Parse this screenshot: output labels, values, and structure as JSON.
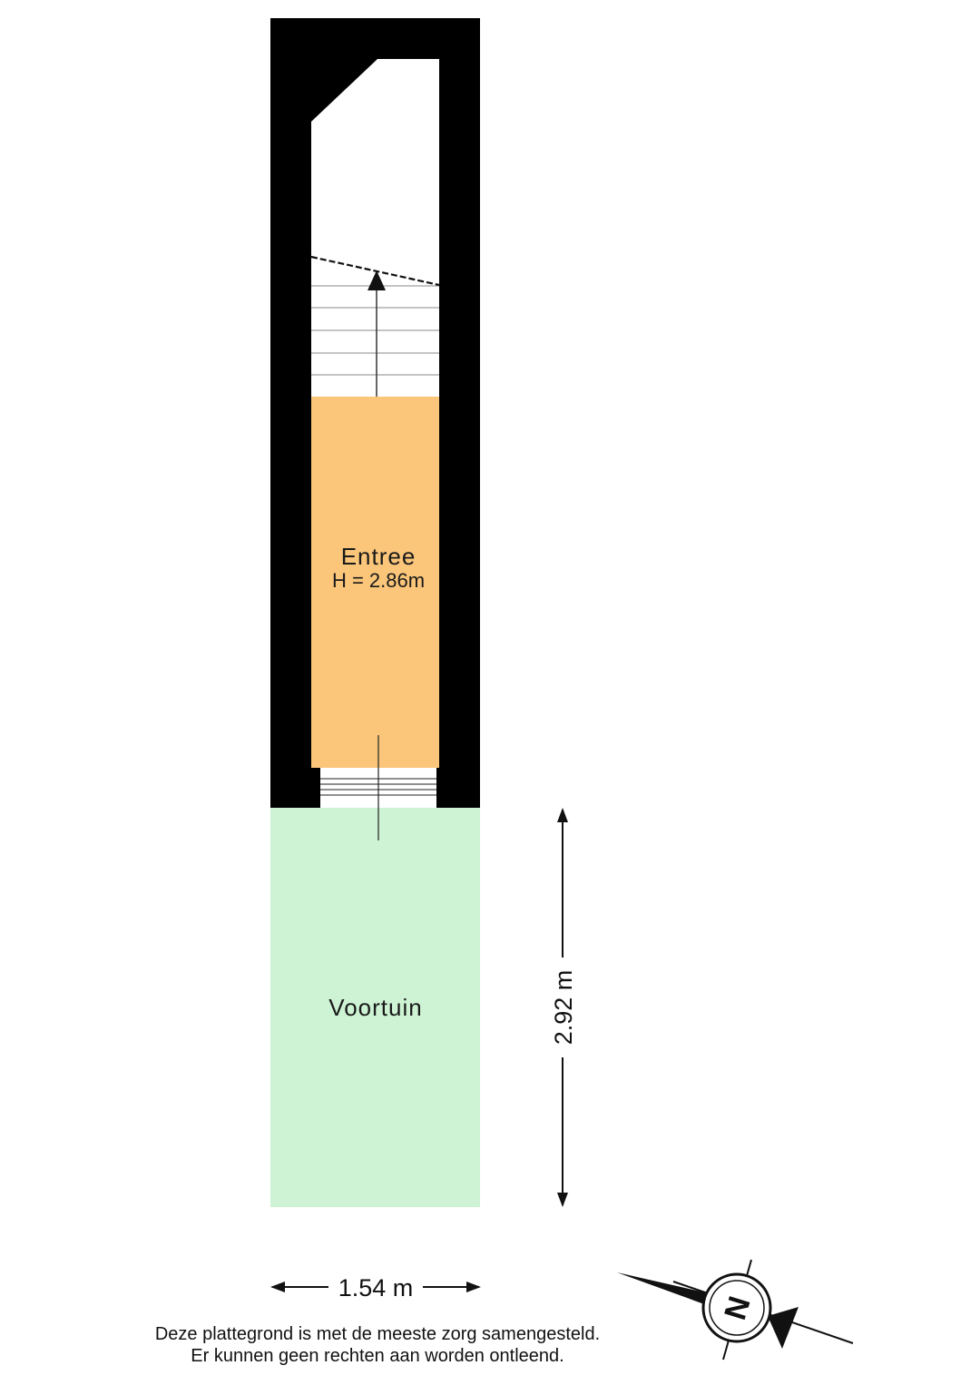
{
  "rooms": [
    {
      "name": "Entree",
      "height": "H = 2.86m",
      "color": "#fbc67a"
    },
    {
      "name": "Voortuin",
      "color": "#cdf3d4"
    }
  ],
  "dimensions": {
    "width": "1.54 m",
    "depth": "2.92 m"
  },
  "compass": {
    "letter": "N"
  },
  "disclaimer": {
    "line1": "Deze plattegrond is met de meeste zorg samengesteld.",
    "line2": "Er kunnen geen rechten aan worden ontleend."
  },
  "colors": {
    "wall": "#000000",
    "garden": "#cdf3d4",
    "entree": "#fbc67a"
  }
}
